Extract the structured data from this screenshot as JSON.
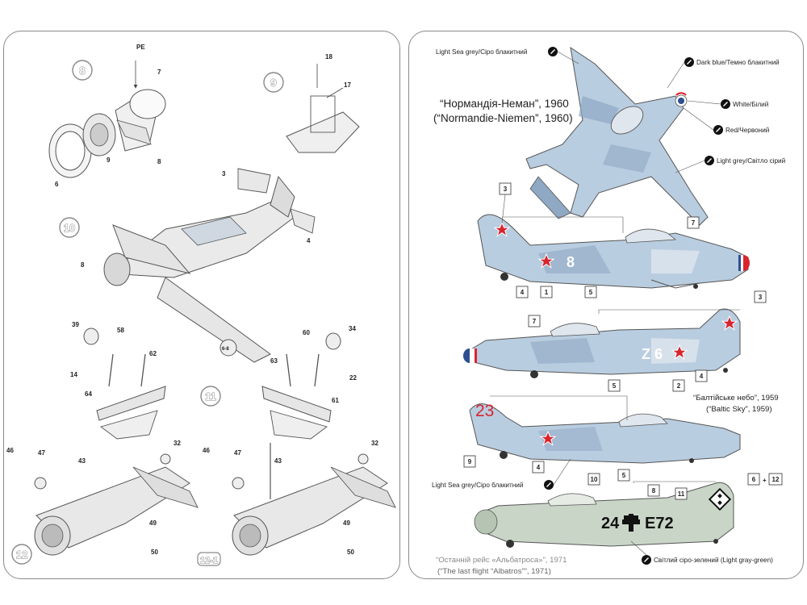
{
  "left": {
    "steps": {
      "s8": "8",
      "s9": "9",
      "s10": "10",
      "s11": "11",
      "s12": "12",
      "s12_1": "12-1"
    },
    "parts": {
      "pe": "PE",
      "p7": "7",
      "p6": "6",
      "p9": "9",
      "p8": "8",
      "p18": "18",
      "p17": "17",
      "p3": "3",
      "p4": "4",
      "p8b": "8",
      "p68": "6-8",
      "p39": "39",
      "p58": "58",
      "p62": "62",
      "p14": "14",
      "p64": "64",
      "p60": "60",
      "p34": "34",
      "p63": "63",
      "p22": "22",
      "p61": "61",
      "p46": "46",
      "p47": "47",
      "p43": "43",
      "p32": "32",
      "p49": "49",
      "p50": "50",
      "p46b": "46",
      "p47b": "47",
      "p43b": "43",
      "p32b": "32",
      "p49b": "49",
      "p50b": "50"
    }
  },
  "right": {
    "color_labels": {
      "light_sea_grey_top": "Light Sea grey/Сіро блакитний",
      "dark_blue": "Dark blue/Темно блакитний",
      "white": "White/Білий",
      "red": "Red/Червоний",
      "light_grey": "Light grey/Світло сірий",
      "light_sea_grey_bottom": "Light Sea grey/Сіро блакитний",
      "light_gray_green": "Світлий сіро-зелений (Light gray-green)"
    },
    "titles": {
      "normandie_ua": "“Нормандія-Неман”, 1960",
      "normandie_en": "(“Normandie-Niemen”, 1960)",
      "baltic_ua": "“Балтійське небо”, 1959",
      "baltic_en": "(“Baltic Sky”, 1959)",
      "albatros_ua": "“Останній рейс «Альбатроса»”, 1971",
      "albatros_en": "(“The last flight “Albatros””, 1971)"
    },
    "markings": {
      "nose_number_1": "8",
      "tail_number_2": "Z 6",
      "number_3": "23",
      "code_left": "24",
      "code_right": "E72"
    },
    "callouts": {
      "c3a": "3",
      "c7a": "7",
      "c4a": "4",
      "c1a": "1",
      "c5a": "5",
      "c7b": "7",
      "c3b": "3",
      "c5b": "5",
      "c2b": "2",
      "c4b": "4",
      "c9c": "9",
      "c4c": "4",
      "c5c": "5",
      "c10d": "10",
      "c8d": "8",
      "c11d": "11",
      "c6d": "6",
      "plus": "+",
      "c12d": "12"
    }
  },
  "colors": {
    "sea_grey": "#b9cde0",
    "dark_blue": "#6f8fb2",
    "light_grey": "#dfe6ee",
    "red": "#d9242e",
    "gray_green": "#c9d6c7",
    "line": "#555555"
  }
}
